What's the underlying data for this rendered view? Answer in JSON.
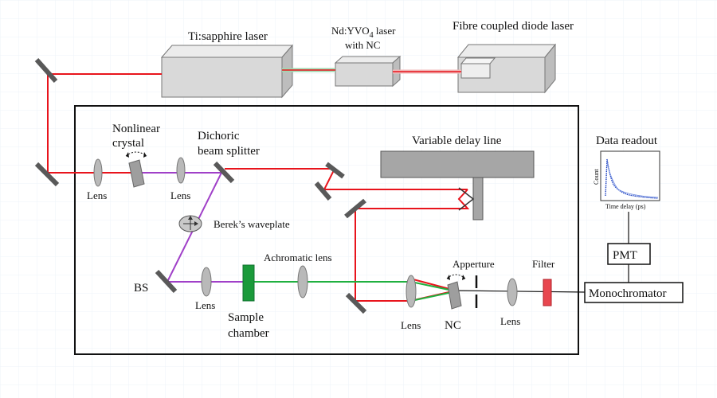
{
  "labels": {
    "ti_sapphire": "Ti:sapphire laser",
    "nd_yvo4_prefix": "Nd:YVO",
    "nd_yvo4_sub": "4",
    "nd_yvo4_suffix": " laser",
    "nd_yvo4_line2": "with NC",
    "fibre_laser": "Fibre coupled diode laser",
    "nonlinear_line1": "Nonlinear",
    "nonlinear_line2": "crystal",
    "dichoric_line1": "Dichoric",
    "dichoric_line2": "beam splitter",
    "variable_delay": "Variable delay line",
    "data_readout": "Data readout",
    "lens": "Lens",
    "bereks": "Berek’s waveplate",
    "bs": "BS",
    "achromatic": "Achromatic lens",
    "sample_line1": "Sample",
    "sample_line2": "chamber",
    "apperture": "Apperture",
    "filter": "Filter",
    "nc": "NC",
    "pmt": "PMT",
    "monochromator": "Monochromator",
    "count_axis": "Count",
    "time_axis": "Time delay (ps)"
  },
  "colors": {
    "red_beam": "#e8141c",
    "violet_beam": "#a040c8",
    "green_beam": "#20b040",
    "gray_fill": "#d9d9d9",
    "mirror": "#595959",
    "plot_blue": "#1a3fc0",
    "sample_green": "#1a9a3a"
  }
}
